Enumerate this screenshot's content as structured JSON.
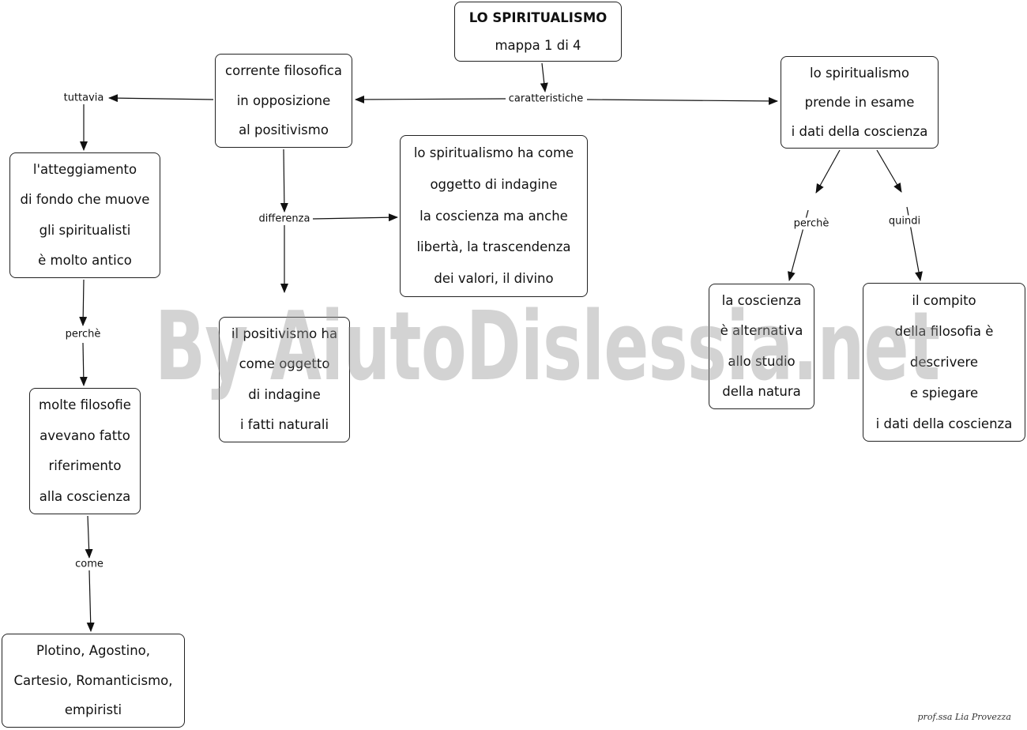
{
  "nodes": {
    "title": {
      "lines": [
        "LO SPIRITUALISMO",
        "mappa 1 di 4"
      ]
    },
    "corrente": {
      "lines": [
        "corrente filosofica",
        "in opposizione",
        "al positivismo"
      ]
    },
    "prende": {
      "lines": [
        "lo spiritualismo",
        "prende in esame",
        "i dati della coscienza"
      ]
    },
    "atteggiamento": {
      "lines": [
        "l'atteggiamento",
        "di fondo che muove",
        "gli spiritualisti",
        "è molto antico"
      ]
    },
    "oggetto": {
      "lines": [
        "lo spiritualismo ha come",
        "oggetto di indagine",
        "la coscienza ma anche",
        "libertà, la trascendenza",
        "dei valori, il divino"
      ]
    },
    "positivismo": {
      "lines": [
        "il positivismo ha",
        "come oggetto",
        "di indagine",
        "i fatti naturali"
      ]
    },
    "alternativa": {
      "lines": [
        "la coscienza",
        "è alternativa",
        "allo studio",
        "della natura"
      ]
    },
    "compito": {
      "lines": [
        "il compito",
        "della filosofia è",
        "descrivere",
        "e spiegare",
        "i dati della coscienza"
      ]
    },
    "filosofie": {
      "lines": [
        "molte filosofie",
        "avevano fatto",
        "riferimento",
        "alla coscienza"
      ]
    },
    "plotino": {
      "lines": [
        "Plotino, Agostino,",
        "Cartesio, Romanticismo,",
        "empiristi"
      ]
    }
  },
  "links": {
    "caratteristiche": "caratteristiche",
    "tuttavia": "tuttavia",
    "differenza": "differenza",
    "perche_right": "perchè",
    "quindi": "quindi",
    "perche_left": "perchè",
    "come": "come"
  },
  "watermark": "By AiutoDislessia.net",
  "signature": "prof.ssa Lia Provezza"
}
